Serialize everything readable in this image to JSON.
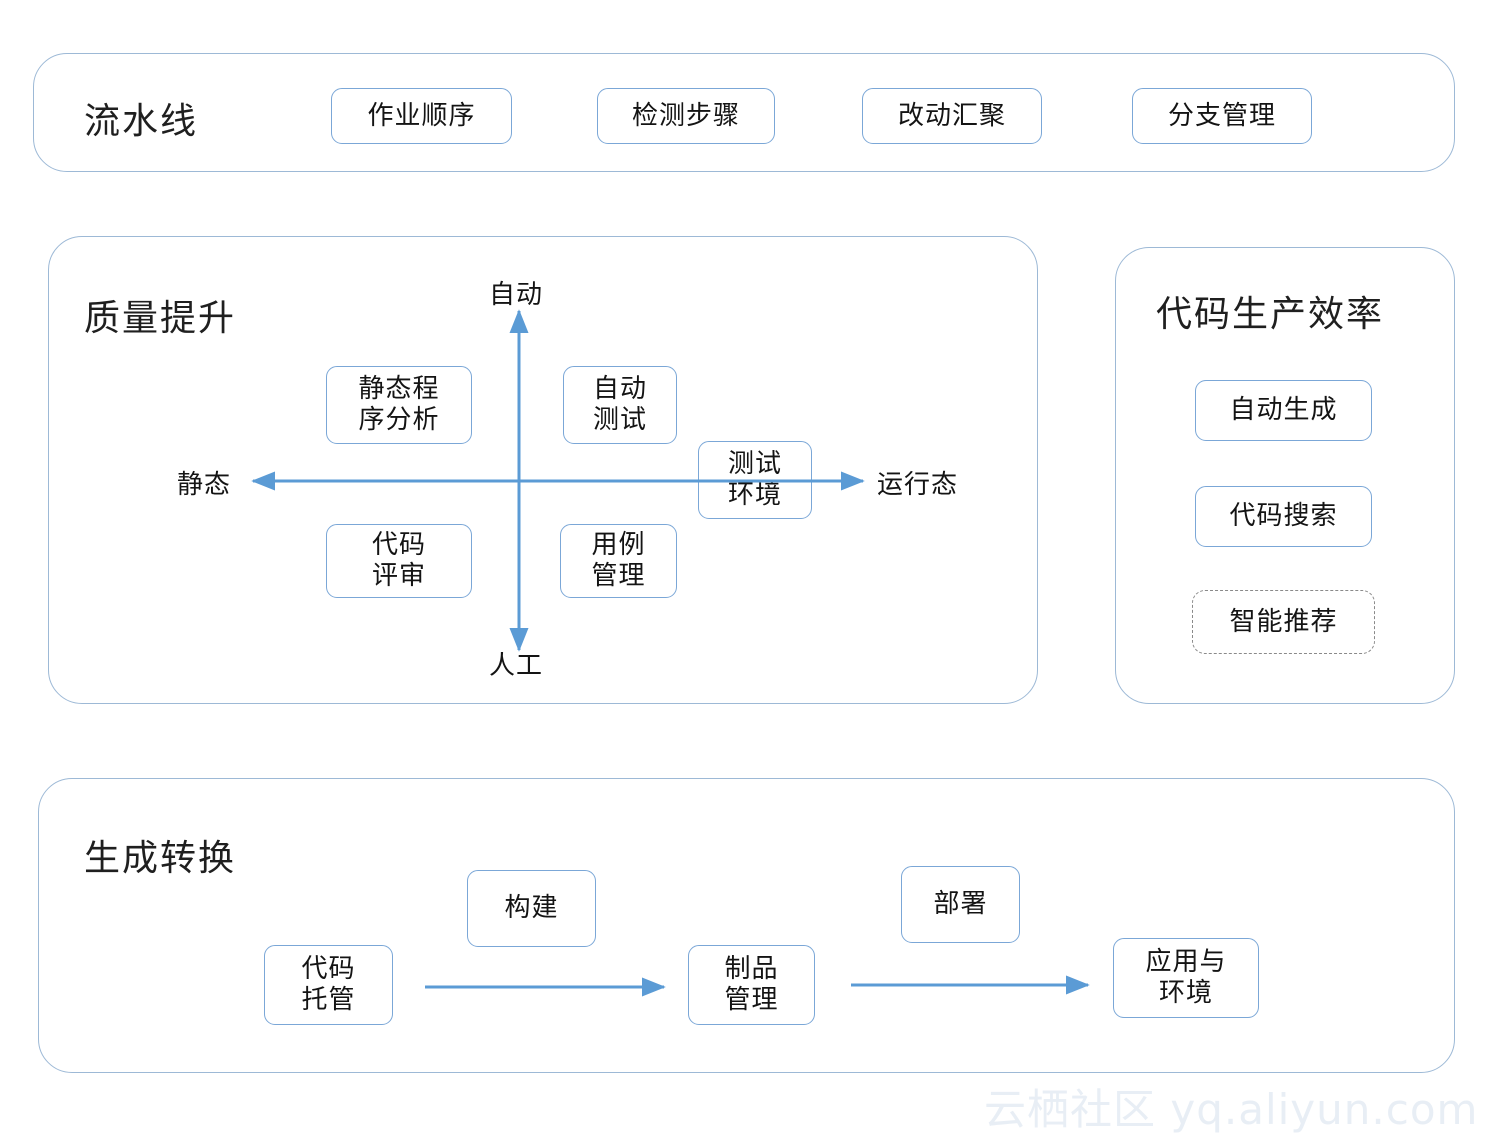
{
  "diagram": {
    "title_semantic": "DevOps capability map",
    "accent_border": "#7ba7d7",
    "panel_border": "#9db9d6",
    "arrow_color": "#5b9bd5",
    "dashed_border": "#8a8a8a",
    "watermark_color": "#e8eef5"
  },
  "pipeline_panel": {
    "title": "流水线",
    "chips": [
      {
        "label": "作业顺序"
      },
      {
        "label": "检测步骤"
      },
      {
        "label": "改动汇聚"
      },
      {
        "label": "分支管理"
      }
    ]
  },
  "quality_panel": {
    "title": "质量提升",
    "axis": {
      "top": "自动",
      "bottom": "人工",
      "left": "静态",
      "right": "运行态"
    },
    "chips": [
      {
        "label": "静态程\n序分析",
        "quadrant": "upper-left"
      },
      {
        "label": "自动\n测试",
        "quadrant": "upper-right"
      },
      {
        "label": "代码\n评审",
        "quadrant": "lower-left"
      },
      {
        "label": "用例\n管理",
        "quadrant": "lower-right"
      },
      {
        "label": "测试\n环境",
        "quadrant": "right-axis"
      }
    ]
  },
  "code_efficiency_panel": {
    "title": "代码生产效率",
    "chips": [
      {
        "label": "自动生成",
        "style": "solid"
      },
      {
        "label": "代码搜索",
        "style": "solid"
      },
      {
        "label": "智能推荐",
        "style": "dashed"
      }
    ]
  },
  "generation_panel": {
    "title": "生成转换",
    "flow_nodes": [
      {
        "label": "代码\n托管"
      },
      {
        "label": "制品\n管理"
      },
      {
        "label": "应用与\n环境"
      }
    ],
    "flow_edges": [
      {
        "label": "构建"
      },
      {
        "label": "部署"
      }
    ]
  },
  "watermark": {
    "text": "云栖社区 yq.aliyun.com"
  }
}
